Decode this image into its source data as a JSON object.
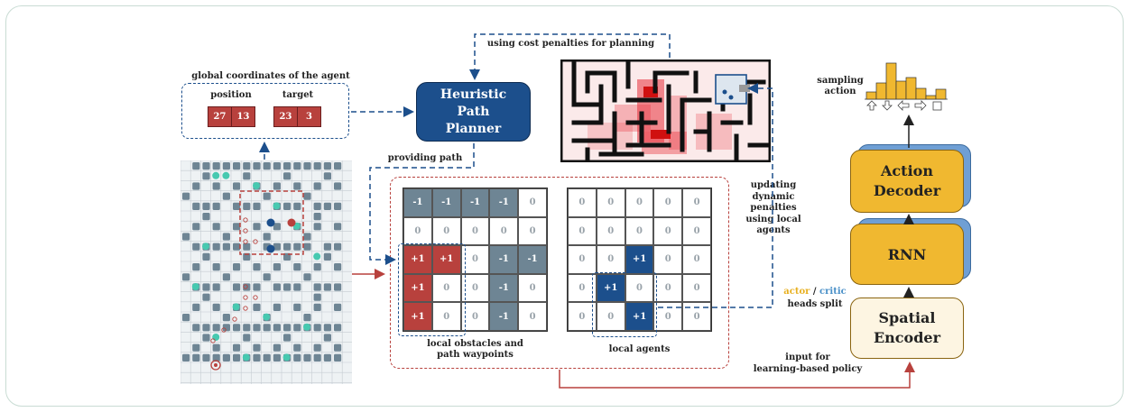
{
  "labels": {
    "global_coords": "global coordinates of the agent",
    "position": "position",
    "target": "target",
    "cost_penalties": "using cost penalties for planning",
    "providing_path": "providing path",
    "updating": "updating\ndynamic\npenalties\nusing local\nagents",
    "local_obstacles": "local obstacles and\npath waypoints",
    "local_agents": "local agents",
    "input_for": "input for\nlearning-based policy",
    "sampling_action": "sampling\naction",
    "actor": "actor",
    "slash": " / ",
    "critic": "critic",
    "heads_split": "heads split"
  },
  "coords": {
    "position": [
      "27",
      "13"
    ],
    "target": [
      "23",
      "3"
    ]
  },
  "blocks": {
    "planner": "Heuristic\nPath\nPlanner",
    "action_decoder": "Action\nDecoder",
    "rnn": "RNN",
    "spatial_encoder": "Spatial\nEncoder"
  },
  "obstacle_grid": [
    [
      "-1",
      "-1",
      "-1",
      "-1",
      "0"
    ],
    [
      "0",
      "0",
      "0",
      "0",
      "0"
    ],
    [
      "+1",
      "+1",
      "0",
      "-1",
      "-1"
    ],
    [
      "+1",
      "0",
      "0",
      "-1",
      "0"
    ],
    [
      "+1",
      "0",
      "0",
      "-1",
      "0"
    ]
  ],
  "agent_grid": [
    [
      "0",
      "0",
      "0",
      "0",
      "0"
    ],
    [
      "0",
      "0",
      "0",
      "0",
      "0"
    ],
    [
      "0",
      "0",
      "+1",
      "0",
      "0"
    ],
    [
      "0",
      "+1",
      "0",
      "0",
      "0"
    ],
    [
      "0",
      "0",
      "+1",
      "0",
      "0"
    ]
  ],
  "action_icons": [
    "up-arrow-icon",
    "down-arrow-icon",
    "left-arrow-icon",
    "right-arrow-icon",
    "stay-square-icon"
  ],
  "colors": {
    "red": "#b8413d",
    "blue": "#1c4f8c",
    "gold": "#f0b830",
    "obstacle_gray": "#6e8594",
    "teal": "#47c9b0",
    "actor": "#e8b020",
    "critic": "#4a90c8"
  }
}
